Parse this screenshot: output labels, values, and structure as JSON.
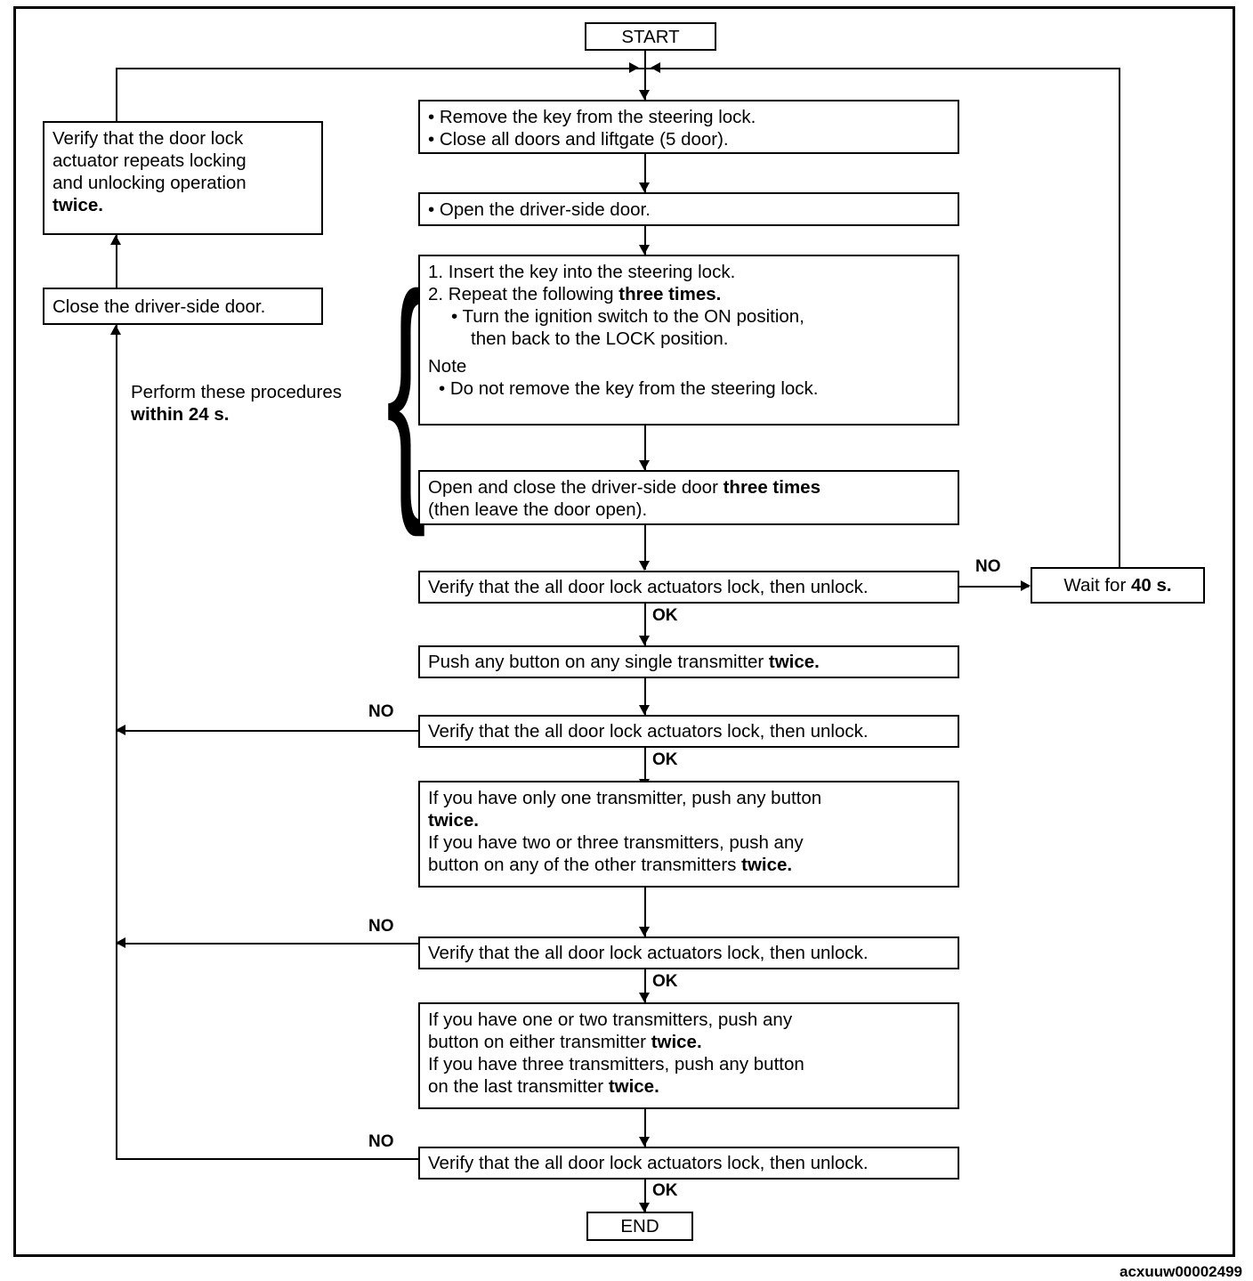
{
  "diagram": {
    "title": "Keyless entry transmitter programming procedure flowchart",
    "watermark": "acxuuw00002499",
    "terminals": {
      "start": "START",
      "end": "END"
    },
    "edge_labels": {
      "ok": "OK",
      "no": "NO"
    },
    "annotation": {
      "line1": "Perform these procedures",
      "line2_bold": "within 24 s."
    },
    "nodes": {
      "prep": {
        "line1": "• Remove the key from  the steering lock.",
        "line2": "• Close all doors and liftgate (5 door)."
      },
      "open_door": {
        "line1": "• Open the driver-side door."
      },
      "ignition": {
        "line1": "1. Insert the key into the steering lock.",
        "line2_a": "2. Repeat the following ",
        "line2_b": "three times.",
        "line3": "• Turn the ignition switch to the ON position,",
        "line4": "then back to the LOCK position.",
        "note_heading": "Note",
        "note_item": "• Do not remove the key from the steering lock."
      },
      "door_cycle": {
        "line1_a": "Open and close the driver-side door ",
        "line1_b": "three times",
        "line2": "(then leave the door open)."
      },
      "verify_1": {
        "text": "Verify that the all door lock actuators lock, then unlock."
      },
      "wait": {
        "text_a": "Wait for ",
        "text_b": "40 s."
      },
      "push_single": {
        "text_a": "Push any button on any single transmitter ",
        "text_b": "twice."
      },
      "verify_2": {
        "text": "Verify that the all door lock actuators lock, then unlock."
      },
      "transmitters_a": {
        "line1": "If you have only one transmitter, push any button",
        "line2_bold": "twice.",
        "line3": "If you have two or three transmitters, push any",
        "line4_a": "button on any of the other transmitters ",
        "line4_b": "twice."
      },
      "verify_3": {
        "text": "Verify that the all door lock actuators lock, then unlock."
      },
      "transmitters_b": {
        "line1": "If you have one or two transmitters, push any",
        "line2_a": "button on either transmitter ",
        "line2_b": "twice.",
        "line3": "If you have three transmitters, push any button",
        "line4_a": "on the last transmitter ",
        "line4_b": "twice."
      },
      "verify_4": {
        "text": "Verify that the all door lock actuators lock, then unlock."
      },
      "verify_repeat": {
        "line1": "Verify that the door lock",
        "line2": "actuator repeats locking",
        "line3": "and unlocking operation",
        "line4_bold": "twice."
      },
      "close_door": {
        "text": "Close the driver-side door."
      }
    }
  }
}
